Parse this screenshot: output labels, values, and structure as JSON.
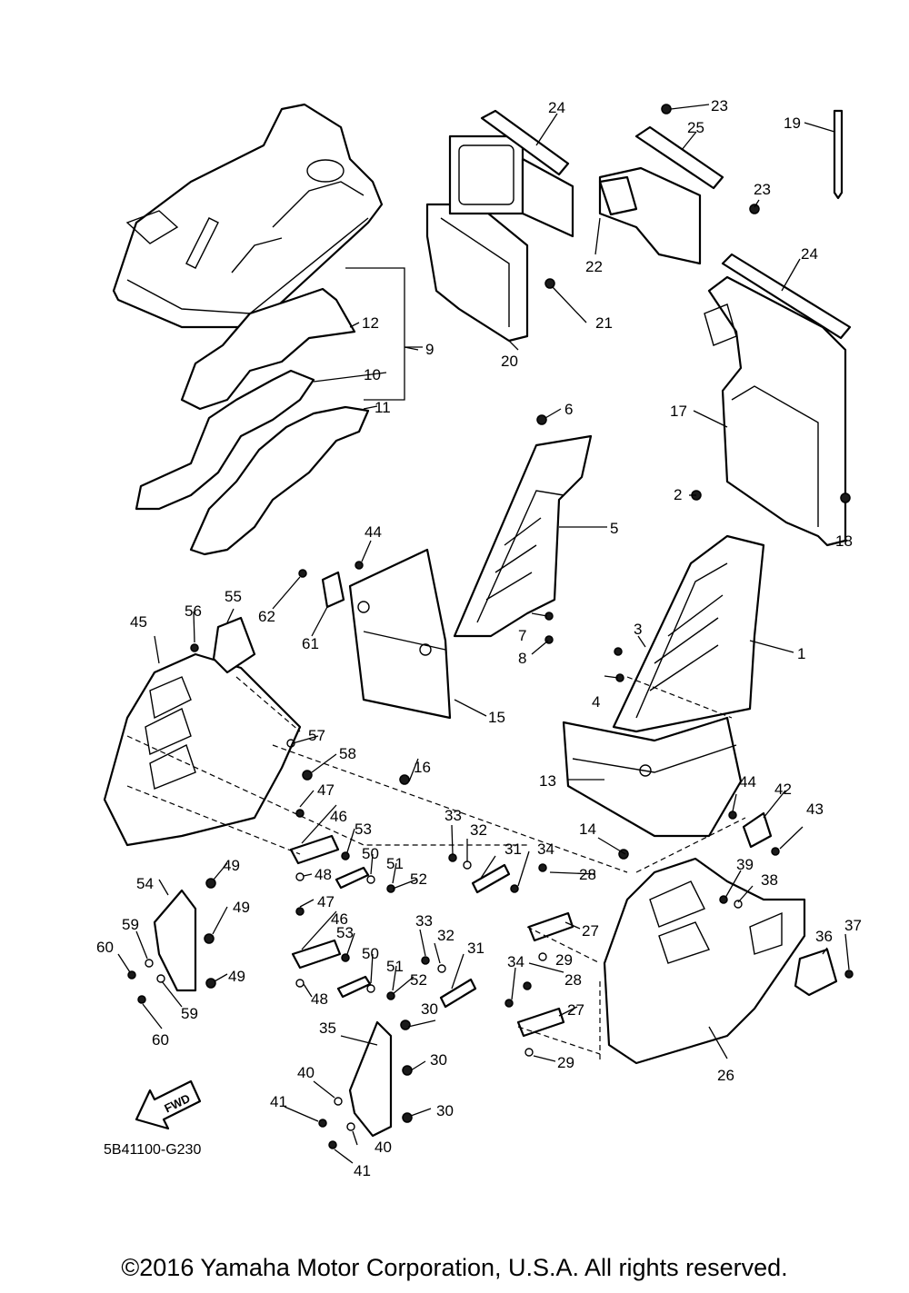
{
  "diagram": {
    "callouts": [
      {
        "id": "c1",
        "text": "1"
      },
      {
        "id": "c2",
        "text": "2"
      },
      {
        "id": "c3",
        "text": "3"
      },
      {
        "id": "c4",
        "text": "4"
      },
      {
        "id": "c5",
        "text": "5"
      },
      {
        "id": "c6",
        "text": "6"
      },
      {
        "id": "c7",
        "text": "7"
      },
      {
        "id": "c8",
        "text": "8"
      },
      {
        "id": "c9",
        "text": "9"
      },
      {
        "id": "c10",
        "text": "10"
      },
      {
        "id": "c11",
        "text": "11"
      },
      {
        "id": "c12",
        "text": "12"
      },
      {
        "id": "c13",
        "text": "13"
      },
      {
        "id": "c14",
        "text": "14"
      },
      {
        "id": "c15",
        "text": "15"
      },
      {
        "id": "c16",
        "text": "16"
      },
      {
        "id": "c17",
        "text": "17"
      },
      {
        "id": "c18",
        "text": "18"
      },
      {
        "id": "c19",
        "text": "19"
      },
      {
        "id": "c20",
        "text": "20"
      },
      {
        "id": "c21",
        "text": "21"
      },
      {
        "id": "c22",
        "text": "22"
      },
      {
        "id": "c23a",
        "text": "23"
      },
      {
        "id": "c23b",
        "text": "23"
      },
      {
        "id": "c24a",
        "text": "24"
      },
      {
        "id": "c24b",
        "text": "24"
      },
      {
        "id": "c25",
        "text": "25"
      },
      {
        "id": "c26",
        "text": "26"
      },
      {
        "id": "c27a",
        "text": "27"
      },
      {
        "id": "c27b",
        "text": "27"
      },
      {
        "id": "c28a",
        "text": "28"
      },
      {
        "id": "c28b",
        "text": "28"
      },
      {
        "id": "c29a",
        "text": "29"
      },
      {
        "id": "c29b",
        "text": "29"
      },
      {
        "id": "c30a",
        "text": "30"
      },
      {
        "id": "c30b",
        "text": "30"
      },
      {
        "id": "c30c",
        "text": "30"
      },
      {
        "id": "c31a",
        "text": "31"
      },
      {
        "id": "c31b",
        "text": "31"
      },
      {
        "id": "c32a",
        "text": "32"
      },
      {
        "id": "c32b",
        "text": "32"
      },
      {
        "id": "c33a",
        "text": "33"
      },
      {
        "id": "c33b",
        "text": "33"
      },
      {
        "id": "c34a",
        "text": "34"
      },
      {
        "id": "c34b",
        "text": "34"
      },
      {
        "id": "c35",
        "text": "35"
      },
      {
        "id": "c36",
        "text": "36"
      },
      {
        "id": "c37",
        "text": "37"
      },
      {
        "id": "c38",
        "text": "38"
      },
      {
        "id": "c39",
        "text": "39"
      },
      {
        "id": "c40a",
        "text": "40"
      },
      {
        "id": "c40b",
        "text": "40"
      },
      {
        "id": "c41a",
        "text": "41"
      },
      {
        "id": "c41b",
        "text": "41"
      },
      {
        "id": "c42",
        "text": "42"
      },
      {
        "id": "c43",
        "text": "43"
      },
      {
        "id": "c44a",
        "text": "44"
      },
      {
        "id": "c44b",
        "text": "44"
      },
      {
        "id": "c45",
        "text": "45"
      },
      {
        "id": "c46a",
        "text": "46"
      },
      {
        "id": "c46b",
        "text": "46"
      },
      {
        "id": "c47a",
        "text": "47"
      },
      {
        "id": "c47b",
        "text": "47"
      },
      {
        "id": "c48a",
        "text": "48"
      },
      {
        "id": "c48b",
        "text": "48"
      },
      {
        "id": "c49a",
        "text": "49"
      },
      {
        "id": "c49b",
        "text": "49"
      },
      {
        "id": "c49c",
        "text": "49"
      },
      {
        "id": "c50a",
        "text": "50"
      },
      {
        "id": "c50b",
        "text": "50"
      },
      {
        "id": "c51a",
        "text": "51"
      },
      {
        "id": "c51b",
        "text": "51"
      },
      {
        "id": "c52a",
        "text": "52"
      },
      {
        "id": "c52b",
        "text": "52"
      },
      {
        "id": "c53a",
        "text": "53"
      },
      {
        "id": "c53b",
        "text": "53"
      },
      {
        "id": "c54",
        "text": "54"
      },
      {
        "id": "c55",
        "text": "55"
      },
      {
        "id": "c56",
        "text": "56"
      },
      {
        "id": "c57",
        "text": "57"
      },
      {
        "id": "c58",
        "text": "58"
      },
      {
        "id": "c59a",
        "text": "59"
      },
      {
        "id": "c59b",
        "text": "59"
      },
      {
        "id": "c60a",
        "text": "60"
      },
      {
        "id": "c60b",
        "text": "60"
      },
      {
        "id": "c61",
        "text": "61"
      },
      {
        "id": "c62",
        "text": "62"
      }
    ],
    "fwd_label": "FWD",
    "diagram_code": "5B41100-G230"
  },
  "footer": {
    "copyright": "©2016 Yamaha Motor Corporation, U.S.A. All rights reserved."
  }
}
